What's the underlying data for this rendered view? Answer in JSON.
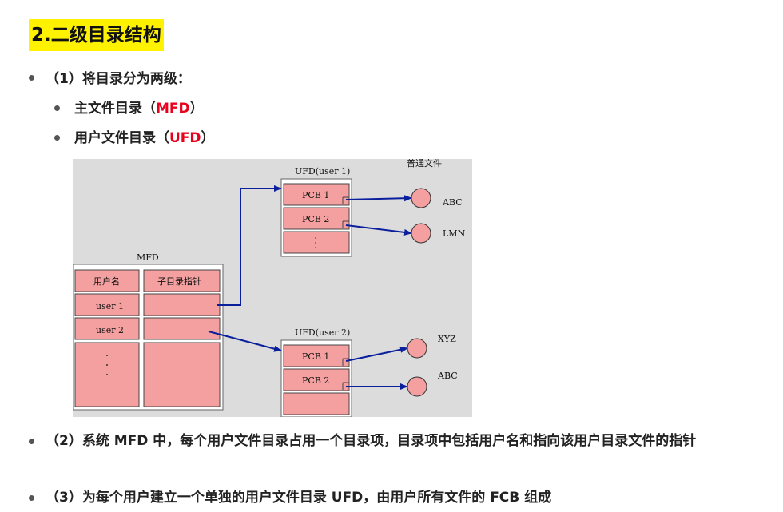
{
  "heading": "2.二级目录结构",
  "item1": "（1）将目录分为两级：",
  "sub1": {
    "prefix": "主文件目录（",
    "highlight": "MFD",
    "suffix": "）"
  },
  "sub2": {
    "prefix": "用户文件目录（",
    "highlight": "UFD",
    "suffix": "）"
  },
  "figure": {
    "mfd_title": "MFD",
    "col_user": "用户名",
    "col_ptr": "子目录指针",
    "user1": "user 1",
    "user2": "user 2",
    "ufd1_title": "UFD(user 1)",
    "ufd2_title": "UFD(user 2)",
    "pcb1": "PCB 1",
    "pcb2": "PCB 2",
    "files_label": "普通文件",
    "file_abc1": "ABC",
    "file_lmn": "LMN",
    "file_xyz": "XYZ",
    "file_abc2": "ABC"
  },
  "item2": "（2）系统 MFD 中，每个用户文件目录占用一个目录项，目录项中包括用户名和指向该用户目录文件的指针",
  "item3": "（3）为每个用户建立一个单独的用户文件目录 UFD，由用户所有文件的 FCB 组成",
  "colors": {
    "highlight": "#fff200",
    "red": "#e8001c",
    "cell": "#f4a0a0",
    "arrow": "#0a1f9c"
  }
}
